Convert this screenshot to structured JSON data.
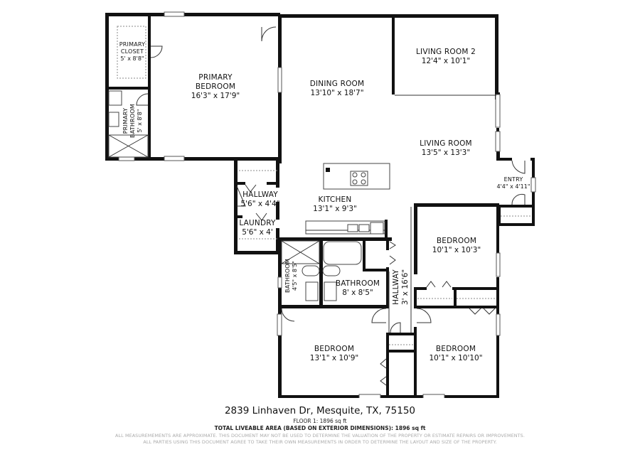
{
  "rooms": {
    "primary_closet": {
      "name": "PRIMARY\nCLOSET",
      "name1": "PRIMARY",
      "name2": "CLOSET",
      "dims": "5' x 8'8\""
    },
    "primary_bedroom": {
      "name1": "PRIMARY",
      "name2": "BEDROOM",
      "dims": "16'3\" x 17'9\""
    },
    "primary_bathroom": {
      "name1": "PRIMARY",
      "name2": "BATHROOM",
      "dims": "5' x 8'8\""
    },
    "dining_room": {
      "name": "DINING ROOM",
      "dims": "13'10\" x 18'7\""
    },
    "living_room_2": {
      "name": "LIVING ROOM 2",
      "dims": "12'4\" x 10'1\""
    },
    "living_room": {
      "name": "LIVING ROOM",
      "dims": "13'5\" x 13'3\""
    },
    "entry": {
      "name": "ENTRY",
      "dims": "4'4\" x 4'11\""
    },
    "hallway_1": {
      "name": "HALLWAY",
      "dims": "5'6\" x 4'4\""
    },
    "laundry": {
      "name": "LAUNDRY",
      "dims": "5'6\" x 4'"
    },
    "kitchen": {
      "name": "KITCHEN",
      "dims": "13'1\" x 9'3\""
    },
    "bathroom_small": {
      "name": "BATHROOM",
      "dims": "4'5\" x 8'5\""
    },
    "bathroom": {
      "name": "BATHROOM",
      "dims": "8' x 8'5\""
    },
    "hallway_2": {
      "name": "HALLWAY",
      "dims": "3' x 16'6\""
    },
    "bedroom_ne": {
      "name": "BEDROOM",
      "dims": "10'1\" x 10'3\""
    },
    "bedroom_sw": {
      "name": "BEDROOM",
      "dims": "13'1\" x 10'9\""
    },
    "bedroom_se": {
      "name": "BEDROOM",
      "dims": "10'1\" x 10'10\""
    }
  },
  "footer": {
    "address": "2839 Linhaven Dr, Mesquite, TX, 75150",
    "floor": "FLOOR 1: 1896 sq ft",
    "total": "TOTAL LIVEABLE AREA (BASED ON EXTERIOR DIMENSIONS): 1896 sq ft",
    "disclaimer_1": "ALL MEASUREMEMENTS ARE APPROXIMATE. THIS DOCUMENT MAY NOT BE USED TO DETERMINE THE VALUATION OF THE PROPERTY OR ESTIMATE REPAIRS OR IMPROVEMENTS.",
    "disclaimer_2": "ALL PARTIES USING THIS DOCUMENT AGREE TO TAKE THEIR OWN MEASUREMENTS IN ORDER TO DETERMINE THE LAYOUT AND SIZE OF THE PROPERTY."
  },
  "colors": {
    "wall": "#111111",
    "background": "#ffffff",
    "disclaimer": "#aaaaaa"
  }
}
